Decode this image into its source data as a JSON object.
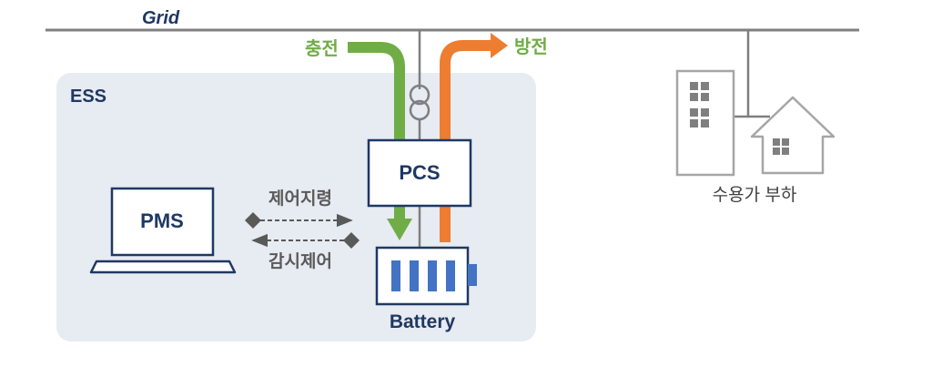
{
  "labels": {
    "grid": "Grid",
    "ess": "ESS",
    "charge": "충전",
    "discharge": "방전",
    "pcs": "PCS",
    "pms": "PMS",
    "control_command": "제어지령",
    "monitoring_control": "감시제어",
    "battery": "Battery",
    "customer_load": "수용가 부하"
  },
  "colors": {
    "grid_line": "#7f7f7f",
    "ess_background": "#e7ebf2",
    "box_border": "#1f3864",
    "text_navy": "#1f3864",
    "charge_arrow": "#70ad47",
    "discharge_arrow": "#ed7d31",
    "battery_cell": "#4472c4",
    "building_line": "#a6a6a6",
    "building_window": "#7f7f7f",
    "dashed_arrow": "#595959"
  },
  "icons": {
    "transformer": "transformer-icon",
    "laptop": "laptop-icon",
    "battery": "battery-icon",
    "building": "building-icon",
    "house": "house-icon"
  }
}
